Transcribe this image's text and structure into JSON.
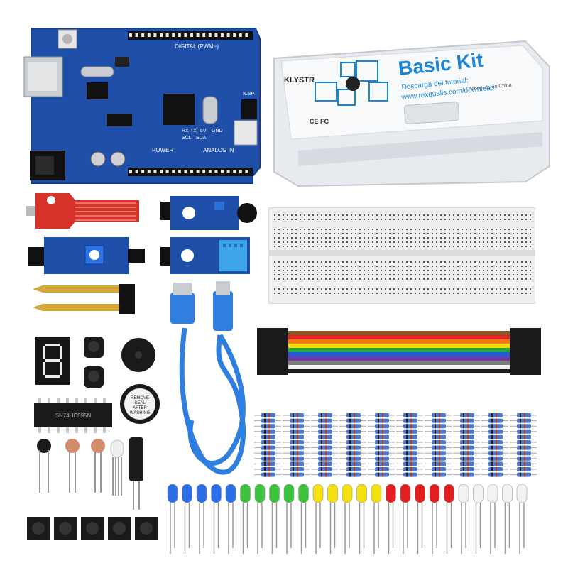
{
  "product": {
    "brand": "KLYSTR",
    "box_title": "Basic Kit",
    "box_subtitle": "Descarga del tutorial:",
    "box_url": "www.rexqualis.com/download",
    "box_origin": "Fabricado en China",
    "box_marks": "CE FC"
  },
  "board": {
    "label_digital": "DIGITAL (PWM~)",
    "label_power": "POWER",
    "label_analog": "ANALOG IN",
    "label_icsp": "ICSP",
    "label_tx": "TX",
    "label_rx": "RX",
    "label_5v": "5V",
    "label_gnd": "GND",
    "label_scl": "SCL",
    "label_sda": "SDA"
  },
  "buzzer": {
    "sticker_line1": "REMOVE",
    "sticker_line2": "SEAL",
    "sticker_line3": "AFTER",
    "sticker_line4": "WASHING"
  },
  "chip": {
    "marking": "SN74HC595N"
  },
  "colors": {
    "board_blue": "#1f4fa8",
    "sensor_red": "#d8332a",
    "cable_blue": "#2f7fe0",
    "led_blue": "#2a6fe8",
    "led_green": "#3cc23c",
    "led_yellow": "#f2e010",
    "led_red": "#e51f1f",
    "led_white": "#f2f2f2",
    "accent": "#1b86d6"
  },
  "components": [
    "arduino-uno-board",
    "storage-box",
    "water-level-sensor",
    "sound-sensor",
    "potentiometer-module",
    "dht11-module",
    "soil-moisture-sensor",
    "breadboard",
    "jumper-wires",
    "usb-cable",
    "seven-segment-display",
    "potentiometers",
    "piezo-buzzer",
    "active-buzzer",
    "shift-register-chip",
    "thermistor",
    "photoresistors",
    "rgb-led",
    "tilt-switch",
    "push-buttons",
    "resistors",
    "leds"
  ]
}
